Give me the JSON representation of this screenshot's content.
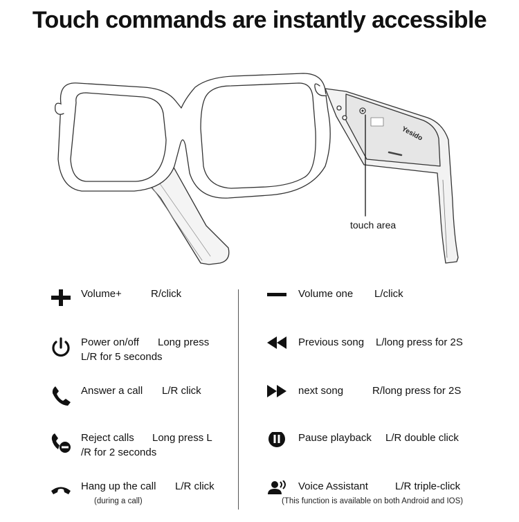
{
  "title": "Touch commands are instantly accessible",
  "illustration": {
    "touch_area_label": "touch area",
    "brand_mark": "Yesido"
  },
  "commands_left": [
    {
      "icon": "plus-icon",
      "function": "Volume+",
      "action": "R/click",
      "action_line2": "",
      "note": ""
    },
    {
      "icon": "power-icon",
      "function": "Power on/off",
      "action": "Long press",
      "action_line2": "L/R for 5 seconds",
      "note": ""
    },
    {
      "icon": "phone-icon",
      "function": "Answer a call",
      "action": "L/R click",
      "action_line2": "",
      "note": ""
    },
    {
      "icon": "reject-call-icon",
      "function": "Reject calls",
      "action": "Long press L",
      "action_line2": "/R for 2 seconds",
      "note": ""
    },
    {
      "icon": "hang-up-icon",
      "function": "Hang up the call",
      "action": "L/R click",
      "action_line2": "",
      "note": "(during a call)"
    }
  ],
  "commands_right": [
    {
      "icon": "minus-icon",
      "function": "Volume one",
      "action": "L/click",
      "action_line2": "",
      "note": ""
    },
    {
      "icon": "rewind-icon",
      "function": "Previous song",
      "action": "L/long press for 2S",
      "action_line2": "",
      "note": ""
    },
    {
      "icon": "fast-forward-icon",
      "function": "next song",
      "action": "R/long press for 2S",
      "action_line2": "",
      "note": ""
    },
    {
      "icon": "pause-icon",
      "function": "Pause playback",
      "action": "L/R double click",
      "action_line2": "",
      "note": ""
    },
    {
      "icon": "voice-assistant-icon",
      "function": "Voice Assistant",
      "action": "L/R triple-click",
      "action_line2": "",
      "note": "(This function is available on both Android and IOS)"
    }
  ]
}
